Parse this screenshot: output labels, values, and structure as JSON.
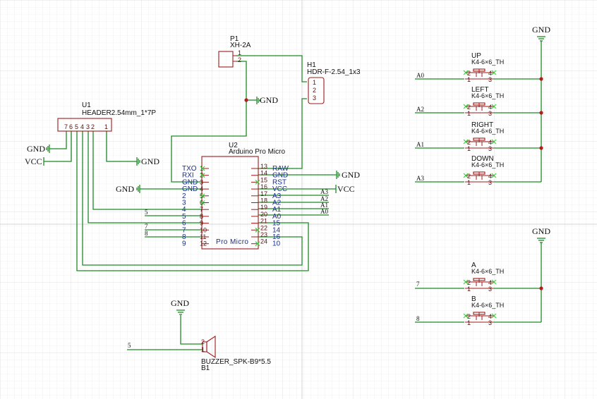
{
  "components": {
    "p1": {
      "ref": "P1",
      "value": "XH-2A",
      "pins": [
        "1",
        "2"
      ]
    },
    "h1": {
      "ref": "H1",
      "value": "HDR-F-2.54_1x3",
      "pins": [
        "1",
        "2",
        "3"
      ]
    },
    "u1": {
      "ref": "U1",
      "value": "HEADER2.54mm_1*7P",
      "pins": [
        "7",
        "6",
        "5",
        "4",
        "3",
        "2",
        "1"
      ]
    },
    "u2": {
      "ref": "U2",
      "value": "Arduino Pro Micro",
      "inner_label": "Pro Micro",
      "left_names": [
        "TXO",
        "RXI",
        "GND",
        "GND",
        "2",
        "3",
        "4",
        "5",
        "6",
        "7",
        "8",
        "9"
      ],
      "left_nums": [
        "1",
        "2",
        "3",
        "4",
        "5",
        "6",
        "7",
        "8",
        "9",
        "10",
        "11",
        "12"
      ],
      "right_names": [
        "RAW",
        "GND",
        "RST",
        "VCC",
        "A3",
        "A2",
        "A1",
        "A0",
        "15",
        "14",
        "16",
        "10"
      ],
      "right_nums": [
        "13",
        "14",
        "15",
        "16",
        "17",
        "18",
        "19",
        "20",
        "21",
        "22",
        "23",
        "24"
      ]
    },
    "buzzer": {
      "ref": "B1",
      "value": "BUZZER_SPK-B9*5.5",
      "pins": [
        "1",
        "2"
      ]
    },
    "buttons": [
      {
        "name": "UP",
        "value": "K4-6×6_TH",
        "pins": [
          "2",
          "4",
          "1",
          "3"
        ]
      },
      {
        "name": "LEFT",
        "value": "K4-6×6_TH",
        "pins": [
          "2",
          "4",
          "1",
          "3"
        ]
      },
      {
        "name": "RIGHT",
        "value": "K4-6×6_TH",
        "pins": [
          "2",
          "4",
          "1",
          "3"
        ]
      },
      {
        "name": "DOWN",
        "value": "K4-6×6_TH",
        "pins": [
          "2",
          "4",
          "1",
          "3"
        ]
      },
      {
        "name": "A",
        "value": "K4-6×6_TH",
        "pins": [
          "2",
          "4",
          "1",
          "3"
        ]
      },
      {
        "name": "B",
        "value": "K4-6×6_TH",
        "pins": [
          "2",
          "4",
          "1",
          "3"
        ]
      }
    ]
  },
  "power": {
    "gnd": "GND",
    "vcc": "VCC"
  },
  "net_labels": {
    "a0": "A0",
    "a1": "A1",
    "a2": "A2",
    "a3": "A3",
    "n5": "5",
    "n7": "7",
    "n8": "8"
  }
}
